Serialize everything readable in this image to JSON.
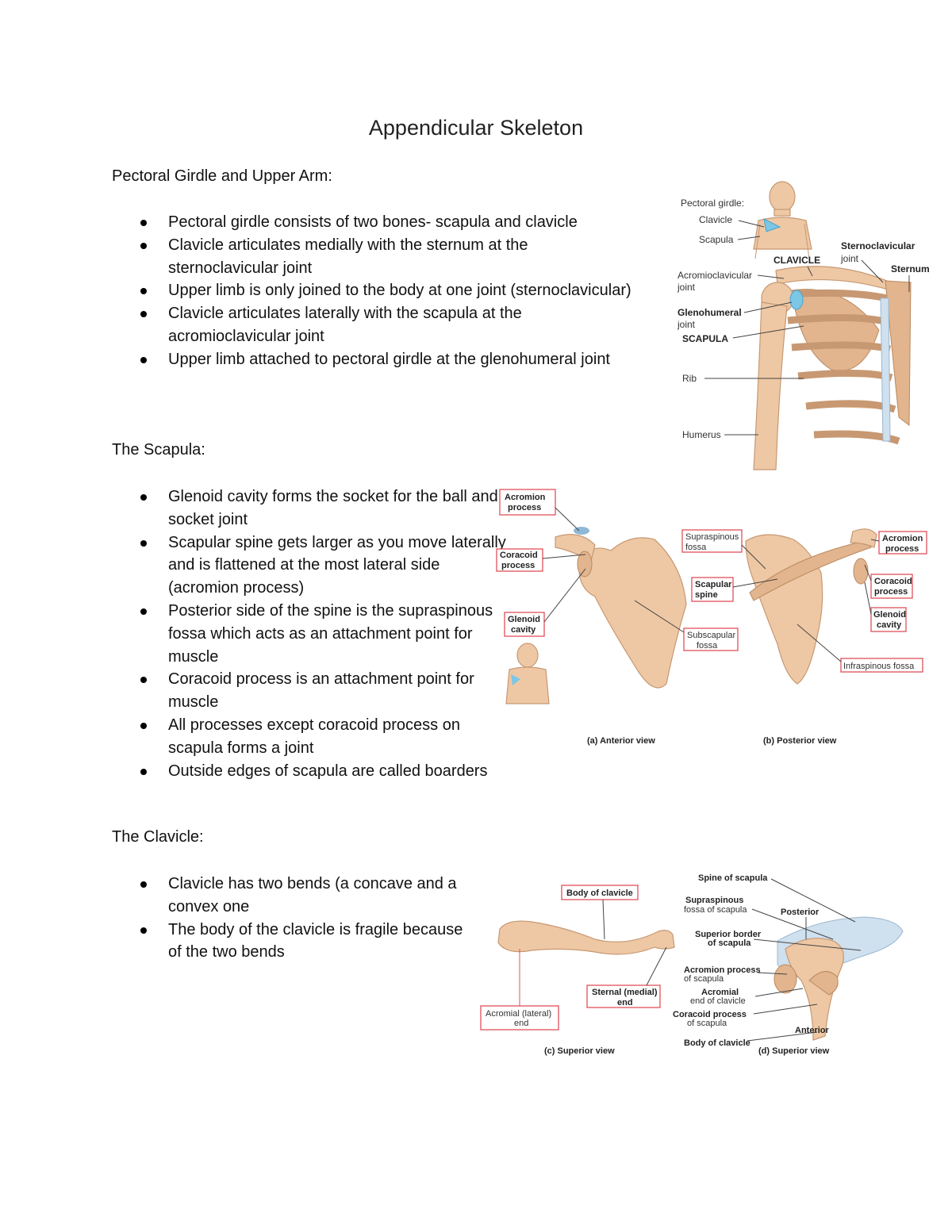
{
  "document": {
    "title": "Appendicular Skeleton"
  },
  "sections": {
    "pectoral": {
      "heading": "Pectoral Girdle and Upper Arm:",
      "bullets": [
        "Pectoral girdle consists of two bones- scapula and clavicle",
        "Clavicle articulates medially with the sternum at the sternoclavicular joint",
        "Upper limb is only joined to the body at one joint (sternoclavicular)",
        "Clavicle articulates laterally with the scapula at the acromioclavicular joint",
        "Upper limb attached to pectoral girdle at the glenohumeral joint"
      ]
    },
    "scapula": {
      "heading": "The Scapula:",
      "bullets": [
        "Glenoid cavity forms the socket for the ball and socket joint",
        "Scapular spine gets larger as you move laterally and is flattened at the most lateral side (acromion process)",
        "Posterior side of the spine is the supraspinous fossa which acts as an attachment point for muscle",
        "Coracoid process is an attachment point for muscle",
        "All processes except coracoid process on scapula forms a joint",
        "Outside edges of scapula are called boarders"
      ]
    },
    "clavicle": {
      "heading": "The Clavicle:",
      "bullets": [
        "Clavicle has two bends (a concave and a convex one",
        "The body of the clavicle is fragile because of the two bends"
      ]
    }
  },
  "figures": {
    "girdle": {
      "labels": {
        "pectoral_girdle": "Pectoral girdle:",
        "clavicle": "Clavicle",
        "scapula": "Scapula",
        "clavicle_caps": "CLAVICLE",
        "sternoclavicular_1": "Sternoclavicular",
        "sternoclavicular_2": "joint",
        "sternum": "Sternum",
        "acromioclavicular_1": "Acromioclavicular",
        "acromioclavicular_2": "joint",
        "glenohumeral_1": "Glenohumeral",
        "glenohumeral_2": "joint",
        "scapula_caps": "SCAPULA",
        "rib": "Rib",
        "humerus": "Humerus"
      }
    },
    "scapula_views": {
      "labels": {
        "acromion_a_1": "Acromion",
        "acromion_a_2": "process",
        "coracoid_a_1": "Coracoid",
        "coracoid_a_2": "process",
        "glenoid_a_1": "Glenoid",
        "glenoid_a_2": "cavity",
        "supraspinous_1": "Supraspinous",
        "supraspinous_2": "fossa",
        "scapular_spine_1": "Scapular",
        "scapular_spine_2": "spine",
        "subscapular_1": "Subscapular",
        "subscapular_2": "fossa",
        "acromion_b_1": "Acromion",
        "acromion_b_2": "process",
        "coracoid_b_1": "Coracoid",
        "coracoid_b_2": "process",
        "glenoid_b_1": "Glenoid",
        "glenoid_b_2": "cavity",
        "infraspinous": "Infraspinous fossa",
        "anterior_view": "(a) Anterior view",
        "posterior_view": "(b) Posterior view"
      }
    },
    "clavicle_views": {
      "labels": {
        "body_of_clavicle": "Body of clavicle",
        "sternal_end_1": "Sternal (medial)",
        "sternal_end_2": "end",
        "acromial_end_1": "Acromial (lateral)",
        "acromial_end_2": "end",
        "superior_view_c": "(c) Superior view",
        "spine_of_scapula": "Spine of scapula",
        "supraspinous_1": "Supraspinous",
        "supraspinous_2": "fossa of scapula",
        "posterior": "Posterior",
        "superior_border_1": "Superior border",
        "superior_border_2": "of scapula",
        "acromion_1": "Acromion process",
        "acromion_2": "of scapula",
        "acromial_end_d_1": "Acromial",
        "acromial_end_d_2": "end of clavicle",
        "coracoid_1": "Coracoid process",
        "coracoid_2": "of scapula",
        "anterior": "Anterior",
        "body_of_clavicle_d": "Body of clavicle",
        "superior_view_d": "(d) Superior view"
      }
    }
  }
}
